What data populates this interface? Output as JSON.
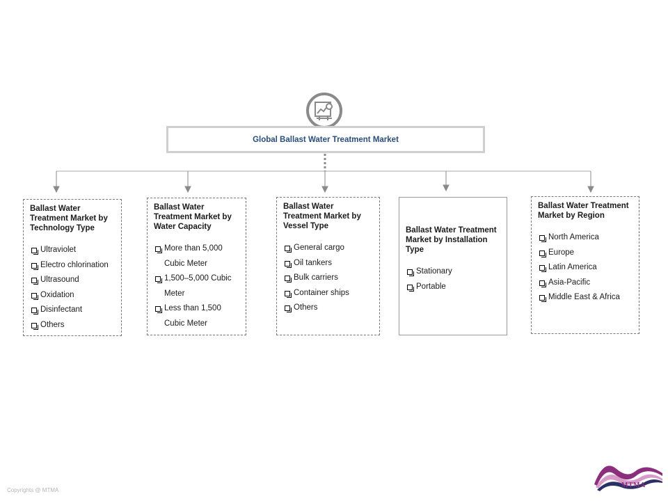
{
  "root": {
    "label": "Global  Ballast Water Treatment Market",
    "icon": "market-chart-icon"
  },
  "segments": [
    {
      "title": "Ballast Water Treatment Market by Technology  Type",
      "items": [
        "Ultraviolet",
        "Electro chlorination",
        "Ultrasound",
        "Oxidation",
        "Disinfectant",
        "Others"
      ]
    },
    {
      "title": "Ballast Water Treatment Market by Water Capacity",
      "items": [
        "More than 5,000 Cubic Meter",
        "1,500–5,000 Cubic Meter",
        "Less than 1,500 Cubic Meter"
      ]
    },
    {
      "title": "Ballast Water Treatment Market by Vessel Type",
      "items": [
        "General cargo",
        "Oil tankers",
        "Bulk carriers",
        "Container ships",
        "Others"
      ]
    },
    {
      "title": "Ballast Water Treatment Market by Installation  Type",
      "items": [
        "Stationary",
        "Portable"
      ]
    },
    {
      "title": "Ballast Water Treatment Market by Region",
      "items": [
        "North America",
        "Europe",
        "Latin America",
        "Asia-Pacific",
        "Middle East & Africa"
      ]
    }
  ],
  "footer": {
    "copyright": "Copyrights  @ MTMA",
    "logo_text": "MTMA"
  },
  "colors": {
    "root_text": "#2a4d7a",
    "connector": "#8a8a8a",
    "logo_primary": "#8b2f7d"
  }
}
